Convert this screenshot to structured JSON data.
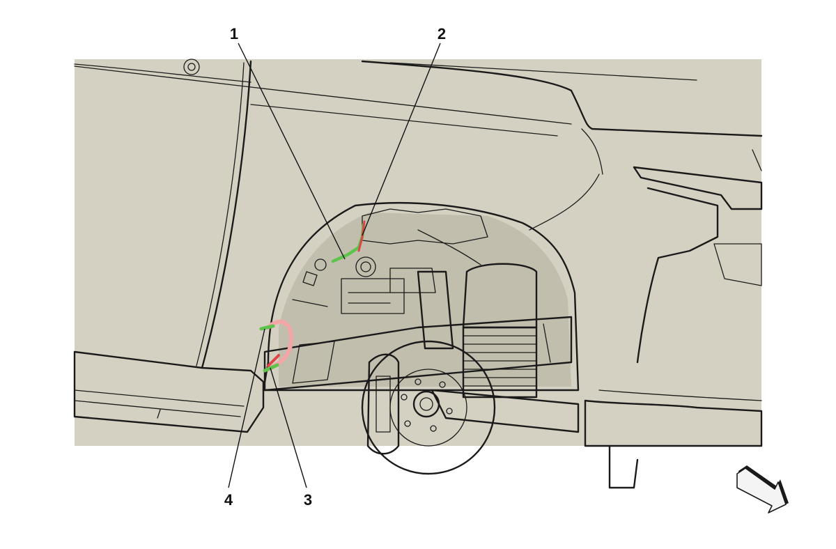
{
  "colors": {
    "background": "#ffffff",
    "body_fill": "#d4d1c2",
    "shadow_fill": "#bdb9a8",
    "line": "#1a1a1a",
    "wire_green": "#5ec34a",
    "wire_red": "#e0434a",
    "wire_pink": "#f2a6a6",
    "arrow_fill": "#f4f4f4"
  },
  "callouts": [
    {
      "id": "1",
      "label": "1"
    },
    {
      "id": "2",
      "label": "2"
    },
    {
      "id": "3",
      "label": "3"
    },
    {
      "id": "4",
      "label": "4"
    }
  ],
  "icons": {
    "direction_arrow": "forward-arrow-icon"
  }
}
